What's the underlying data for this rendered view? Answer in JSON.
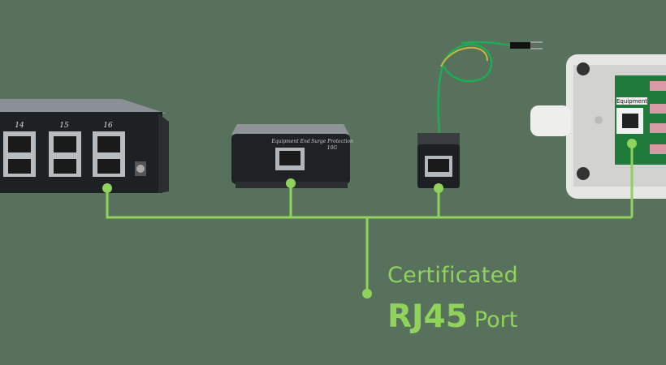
{
  "colors": {
    "background": "#58715d",
    "accent": "#8fd35a"
  },
  "switch": {
    "port_labels": [
      "14",
      "15",
      "16"
    ]
  },
  "surge_protector": {
    "label_left": "Equipment End",
    "label_right": "Surge Protection",
    "label_right_sub": "10G"
  },
  "junction_box": {
    "label": "Equipment"
  },
  "caption": {
    "line1": "Certificated",
    "line2_main": "RJ45",
    "line2_suffix": "Port"
  }
}
